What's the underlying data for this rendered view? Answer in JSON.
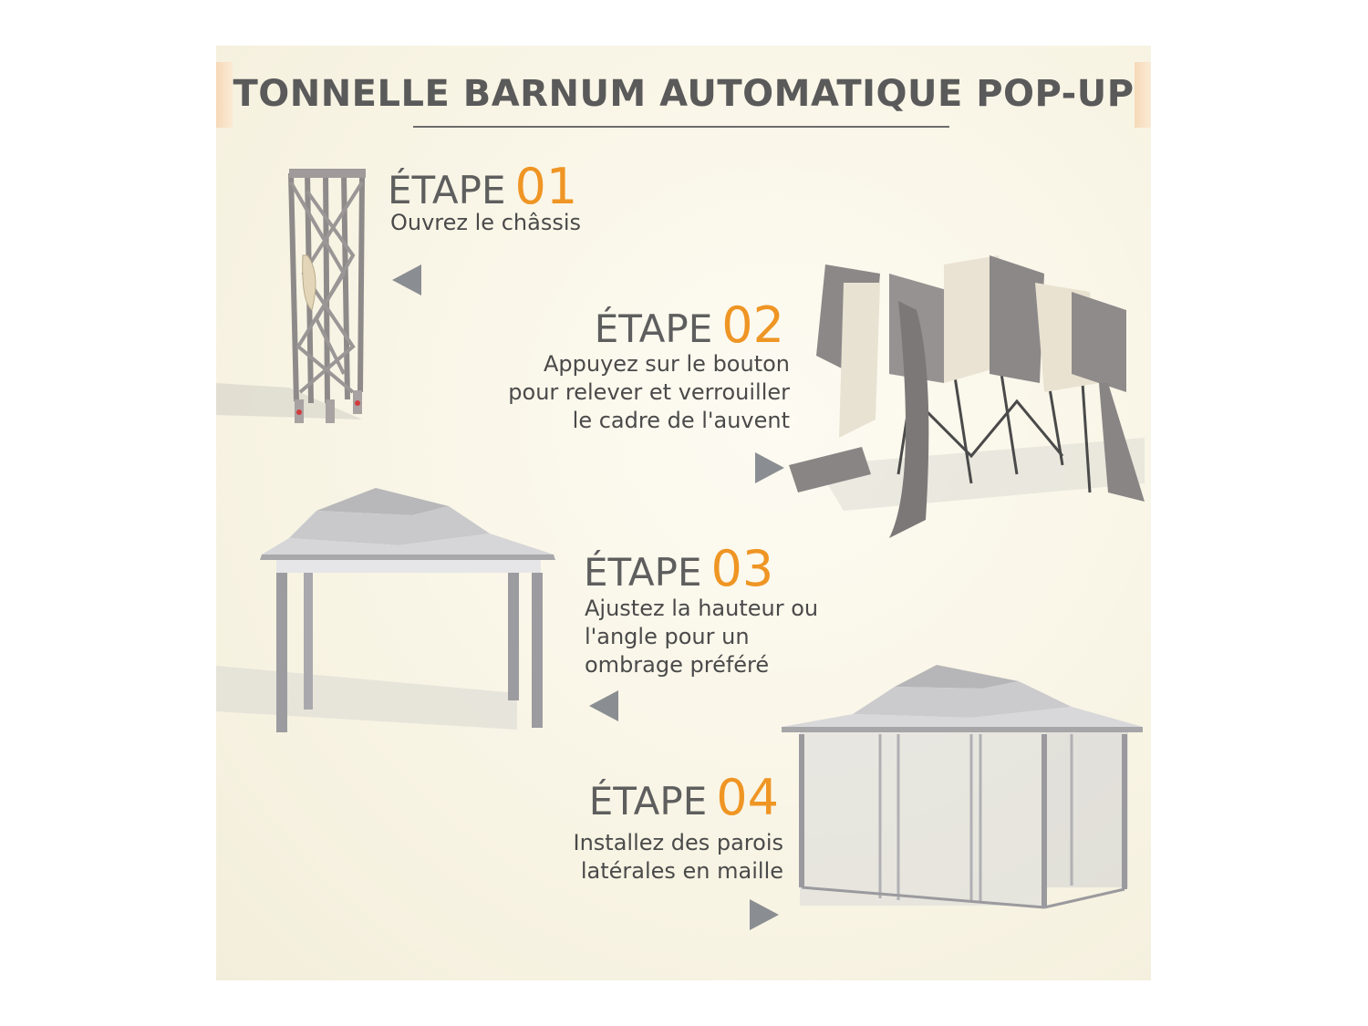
{
  "title": "TONNELLE BARNUM AUTOMATIQUE POP-UP",
  "colors": {
    "accent": "#ef9524",
    "text": "#5e5e5e",
    "background": "#f8f4e4",
    "arrow": "#8a8d91"
  },
  "steps": [
    {
      "label": "ÉTAPE",
      "number": "01",
      "description": "Ouvrez le châssis"
    },
    {
      "label": "ÉTAPE",
      "number": "02",
      "description": "Appuyez sur le bouton\npour relever et verrouiller\nle cadre de l'auvent"
    },
    {
      "label": "ÉTAPE",
      "number": "03",
      "description": "Ajustez la hauteur ou\nl'angle pour un\nombrage préféré"
    },
    {
      "label": "ÉTAPE",
      "number": "04",
      "description": "Installez des parois\nlatérales en maille"
    }
  ]
}
